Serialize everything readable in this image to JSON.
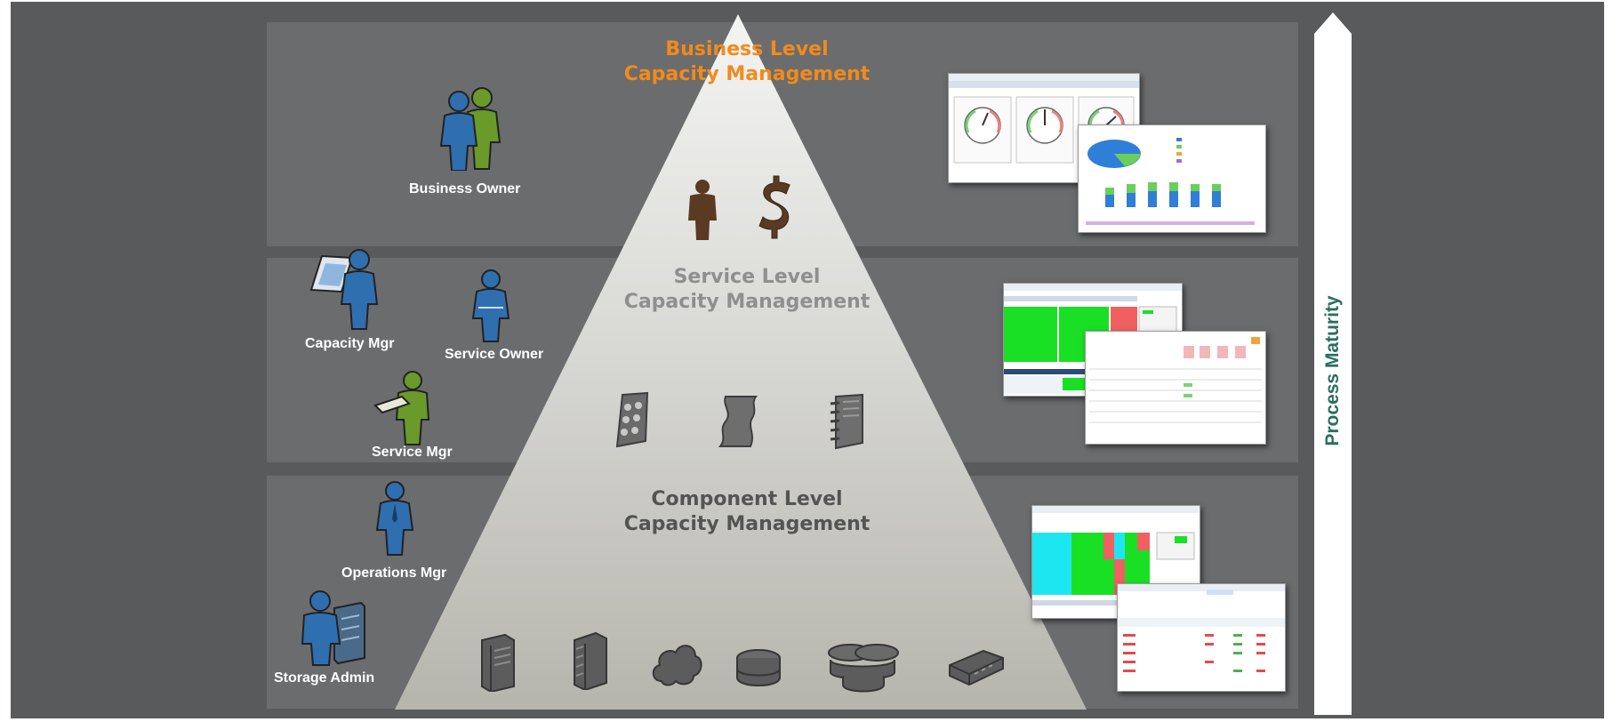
{
  "tiers": {
    "business": {
      "line1": "Business Level",
      "line2": "Capacity Management"
    },
    "service": {
      "line1": "Service Level",
      "line2": "Capacity Management"
    },
    "component": {
      "line1": "Component Level",
      "line2": "Capacity Management"
    }
  },
  "roles": {
    "business_owner": "Business Owner",
    "capacity_mgr": "Capacity Mgr",
    "service_owner": "Service Owner",
    "service_mgr": "Service Mgr",
    "operations_mgr": "Operations Mgr",
    "storage_admin": "Storage Admin"
  },
  "axis": {
    "label": "Process Maturity"
  },
  "icons": {
    "business": [
      "person-icon",
      "dollar-icon"
    ],
    "service": [
      "app-grid-icon",
      "scroll-icon",
      "notebook-icon"
    ],
    "component": [
      "server-tower-icon",
      "server-rack-icon",
      "cloud-icon",
      "disk-icon",
      "storage-cluster-icon",
      "network-switch-icon"
    ]
  },
  "colors": {
    "background": "#595a5c",
    "business_title": "#f28a1c",
    "service_title": "#8f8f8f",
    "component_title": "#545454",
    "maturity_label": "#2b6f5e",
    "person_blue": "#2f6fb0",
    "person_green": "#6a9a2a",
    "heatmap_green": "#19e024",
    "heatmap_red": "#f06060",
    "heatmap_cyan": "#1ee6f0"
  }
}
